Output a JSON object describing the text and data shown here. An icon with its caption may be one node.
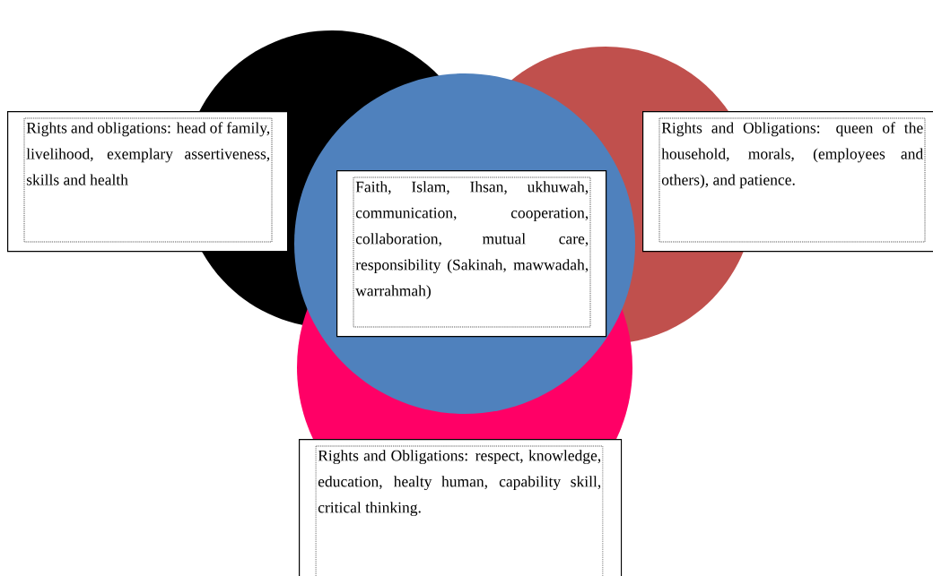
{
  "diagram": {
    "nodes": [
      {
        "text": [
          "Rights and obligations: head of family, livelihood, exemplary assertiveness, skills and health"
        ]
      },
      {
        "text": [
          "Rights and Obligations: queen of the household, morals, (employees and others), and patience."
        ]
      },
      {
        "text": [
          "Faith, Islam, Ihsan, ukhuwah, communication, cooperation, collaboration, mutual care, responsibility (Sakinah, mawwadah, warrahmah)"
        ]
      },
      {
        "text": [
          "Rights and Obligations: respect, knowledge, education, healty human, capability skill, critical thinking."
        ]
      }
    ]
  }
}
